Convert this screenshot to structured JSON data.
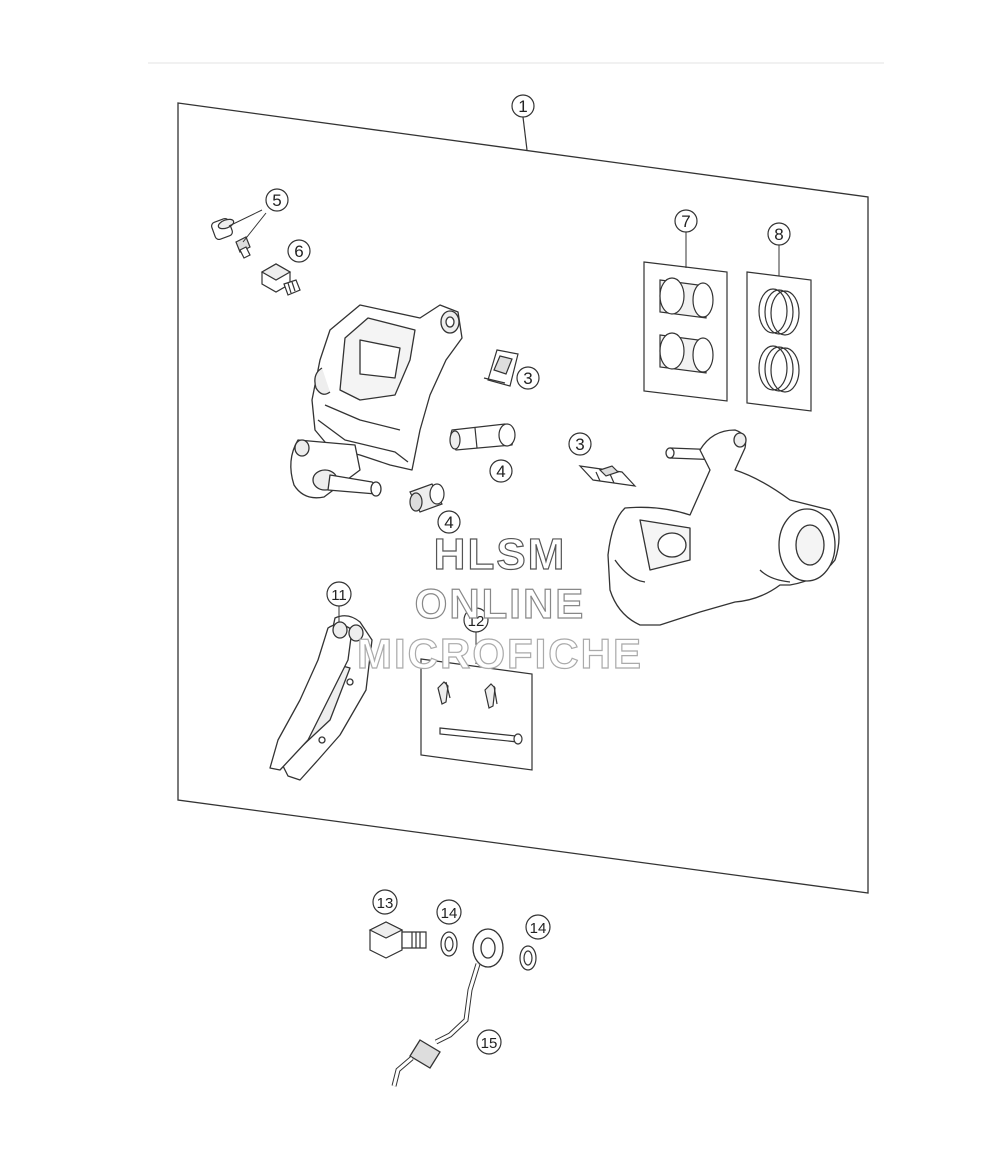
{
  "callouts": {
    "c1": "1",
    "c3a": "3",
    "c3b": "3",
    "c4a": "4",
    "c4b": "4",
    "c5": "5",
    "c6": "6",
    "c7": "7",
    "c8": "8",
    "c11": "11",
    "c12": "12",
    "c13": "13",
    "c14a": "14",
    "c14b": "14",
    "c15": "15"
  },
  "watermark": {
    "line1": "HLSM",
    "line2": "ONLINE",
    "line3": "MICROFICHE"
  },
  "colors": {
    "line": "#333333",
    "fill": "#ffffff",
    "shade": "#d8d8d8"
  }
}
